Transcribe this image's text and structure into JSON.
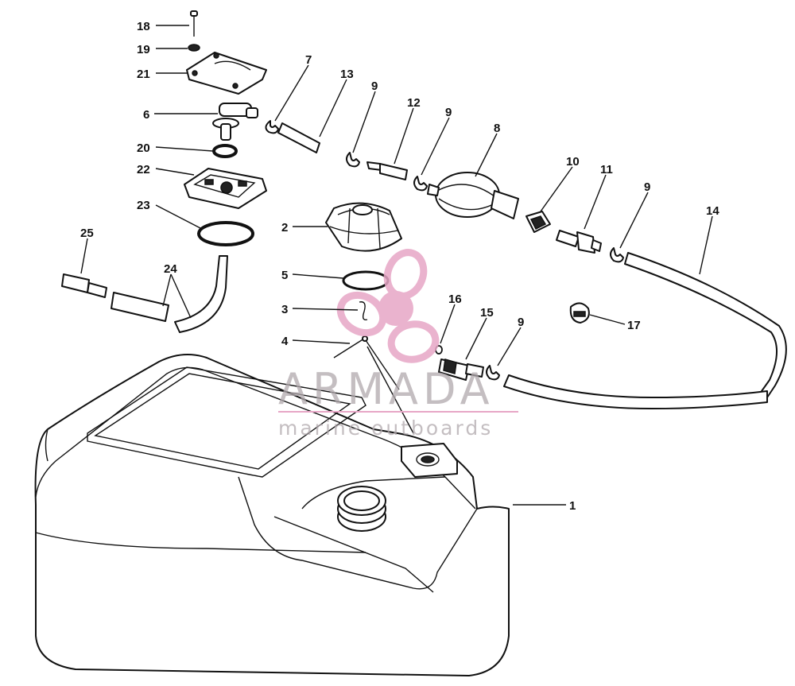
{
  "watermark": {
    "brand": "ARMADA",
    "tagline": "marine outboards",
    "accent_color": "#e7a6c6"
  },
  "callouts": [
    {
      "key": "p1",
      "text": "1"
    },
    {
      "key": "p2",
      "text": "2"
    },
    {
      "key": "p3",
      "text": "3"
    },
    {
      "key": "p4",
      "text": "4"
    },
    {
      "key": "p5",
      "text": "5"
    },
    {
      "key": "p6",
      "text": "6"
    },
    {
      "key": "p7",
      "text": "7"
    },
    {
      "key": "p8",
      "text": "8"
    },
    {
      "key": "p9a",
      "text": "9"
    },
    {
      "key": "p9b",
      "text": "9"
    },
    {
      "key": "p9c",
      "text": "9"
    },
    {
      "key": "p9d",
      "text": "9"
    },
    {
      "key": "p10",
      "text": "10"
    },
    {
      "key": "p11",
      "text": "11"
    },
    {
      "key": "p12",
      "text": "12"
    },
    {
      "key": "p13",
      "text": "13"
    },
    {
      "key": "p14",
      "text": "14"
    },
    {
      "key": "p15",
      "text": "15"
    },
    {
      "key": "p16",
      "text": "16"
    },
    {
      "key": "p17",
      "text": "17"
    },
    {
      "key": "p18",
      "text": "18"
    },
    {
      "key": "p19",
      "text": "19"
    },
    {
      "key": "p20",
      "text": "20"
    },
    {
      "key": "p21",
      "text": "21"
    },
    {
      "key": "p22",
      "text": "22"
    },
    {
      "key": "p23",
      "text": "23"
    },
    {
      "key": "p24",
      "text": "24"
    },
    {
      "key": "p25",
      "text": "25"
    }
  ]
}
